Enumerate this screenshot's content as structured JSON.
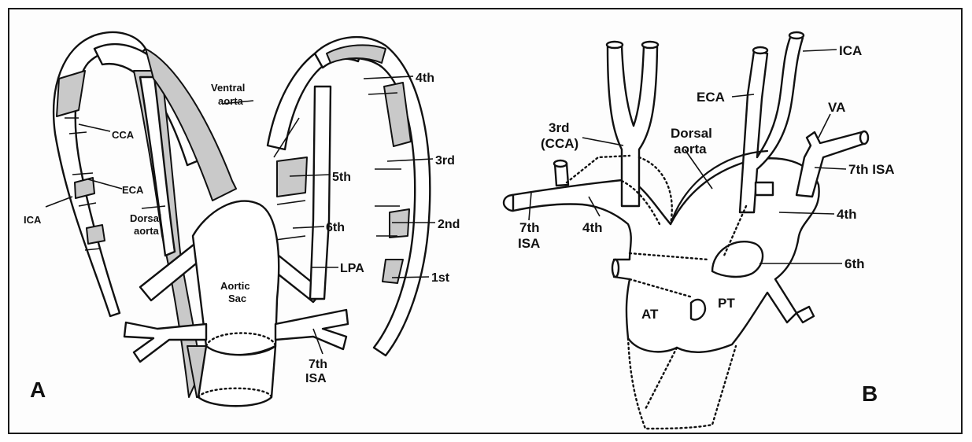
{
  "panels": {
    "a": {
      "letter": "A",
      "labels": {
        "ventral_aorta_1": "Ventral",
        "ventral_aorta_2": "aorta",
        "fourth": "4th",
        "cca": "CCA",
        "third": "3rd",
        "fifth": "5th",
        "eca": "ECA",
        "ica": "ICA",
        "dorsal_aorta_1": "Dorsal",
        "dorsal_aorta_2": "aorta",
        "sixth": "6th",
        "second": "2nd",
        "lpa": "LPA",
        "first": "1st",
        "aortic_sac_1": "Aortic",
        "aortic_sac_2": "Sac",
        "isa_1": "7th",
        "isa_2": "ISA"
      }
    },
    "b": {
      "letter": "B",
      "labels": {
        "ica": "ICA",
        "eca": "ECA",
        "va": "VA",
        "cca_1": "3rd",
        "cca_2": "(CCA)",
        "dorsal_aorta_1": "Dorsal",
        "dorsal_aorta_2": "aorta",
        "isa_right": "7th ISA",
        "isa_left_1": "7th",
        "isa_left_2": "ISA",
        "fourth_left": "4th",
        "fourth_right": "4th",
        "sixth": "6th",
        "at": "AT",
        "pt": "PT"
      }
    }
  },
  "colors": {
    "outline": "#111111",
    "shading": "#c9c9c9",
    "background": "#ffffff"
  }
}
